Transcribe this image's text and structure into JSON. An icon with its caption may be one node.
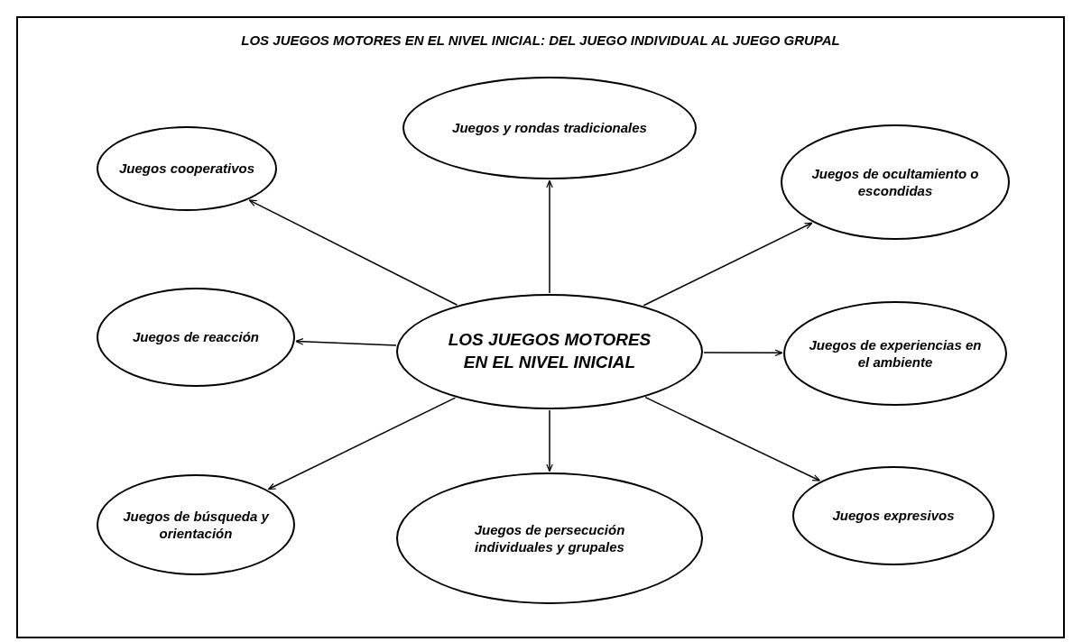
{
  "diagram": {
    "title": "LOS JUEGOS MOTORES EN EL NIVEL INICIAL: DEL JUEGO INDIVIDUAL AL JUEGO GRUPAL",
    "nodes": [
      {
        "text": [
          "LOS JUEGOS MOTORES EN EL NIVEL INICIAL"
        ]
      },
      {
        "text": [
          "Juegos cooperativos"
        ]
      },
      {
        "text": [
          "Juegos y rondas tradicionales"
        ]
      },
      {
        "text": [
          "Juegos de ocultamiento o escondidas"
        ]
      },
      {
        "text": [
          "Juegos de reacción"
        ]
      },
      {
        "text": [
          "Juegos de experiencias en el ambiente"
        ]
      },
      {
        "text": [
          "Juegos de búsqueda y orientación"
        ]
      },
      {
        "text": [
          "Juegos de persecución individuales y grupales"
        ]
      },
      {
        "text": [
          "Juegos expresivos"
        ]
      }
    ],
    "edges": [
      {
        "from": 0,
        "to": 1,
        "arrow": "to"
      },
      {
        "from": 0,
        "to": 2,
        "arrow": "to"
      },
      {
        "from": 0,
        "to": 3,
        "arrow": "to"
      },
      {
        "from": 0,
        "to": 4,
        "arrow": "to"
      },
      {
        "from": 0,
        "to": 5,
        "arrow": "to"
      },
      {
        "from": 0,
        "to": 6,
        "arrow": "to"
      },
      {
        "from": 0,
        "to": 7,
        "arrow": "to"
      },
      {
        "from": 0,
        "to": 8,
        "arrow": "to"
      }
    ]
  }
}
